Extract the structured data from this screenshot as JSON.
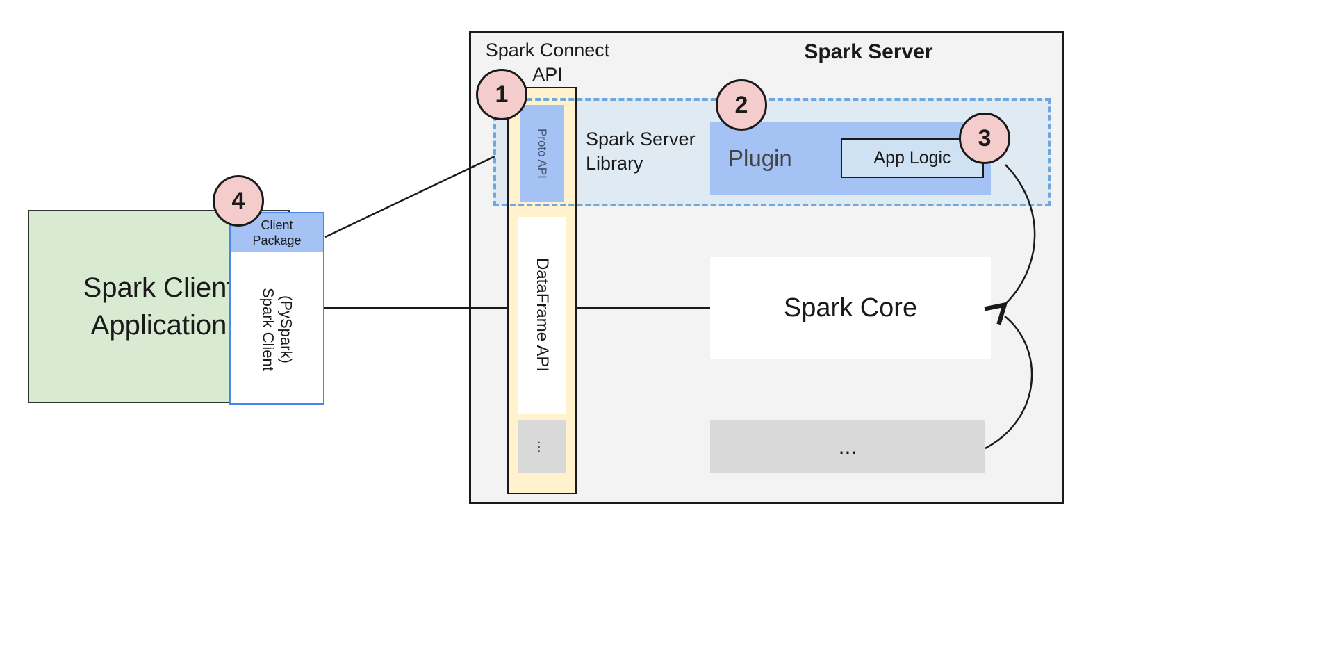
{
  "colors": {
    "green": "#d9ead3",
    "blue": "#a4c2f4",
    "light_blue": "#cfe2f3",
    "dashed_border": "#6fa8dc",
    "yellow": "#fff2cc",
    "pink": "#f4cccc",
    "gray": "#d9d9d9",
    "server_bg": "#f3f3f3"
  },
  "client": {
    "app": "Spark Client Application",
    "package": "Client Package",
    "name": "Spark Client (PySpark)"
  },
  "server": {
    "title": "Spark Server",
    "connect_api": "Spark Connect API",
    "proto": "Proto API",
    "dataframe": "DataFrame API",
    "api_more": "…",
    "library": "Spark Server Library",
    "plugin": "Plugin",
    "app_logic": "App Logic",
    "core": "Spark Core",
    "more": "..."
  },
  "badges": {
    "b1": "1",
    "b2": "2",
    "b3": "3",
    "b4": "4"
  }
}
